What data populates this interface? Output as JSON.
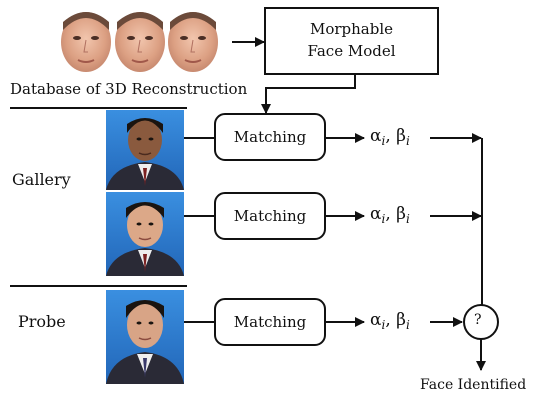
{
  "database_label": "Database of 3D Reconstruction",
  "model_box": {
    "line1": "Morphable",
    "line2": "Face Model"
  },
  "gallery_label": "Gallery",
  "probe_label": "Probe",
  "matching_label": "Matching",
  "params": {
    "alpha": "α",
    "beta": "β",
    "subscript": "i",
    "separator": ","
  },
  "decision_symbol": "?",
  "result_label": "Face Identified",
  "colors": {
    "skin": "#e8b49b",
    "photo_bg": "#2f7fcf",
    "suit": "#2a2a36",
    "line": "#111111"
  }
}
